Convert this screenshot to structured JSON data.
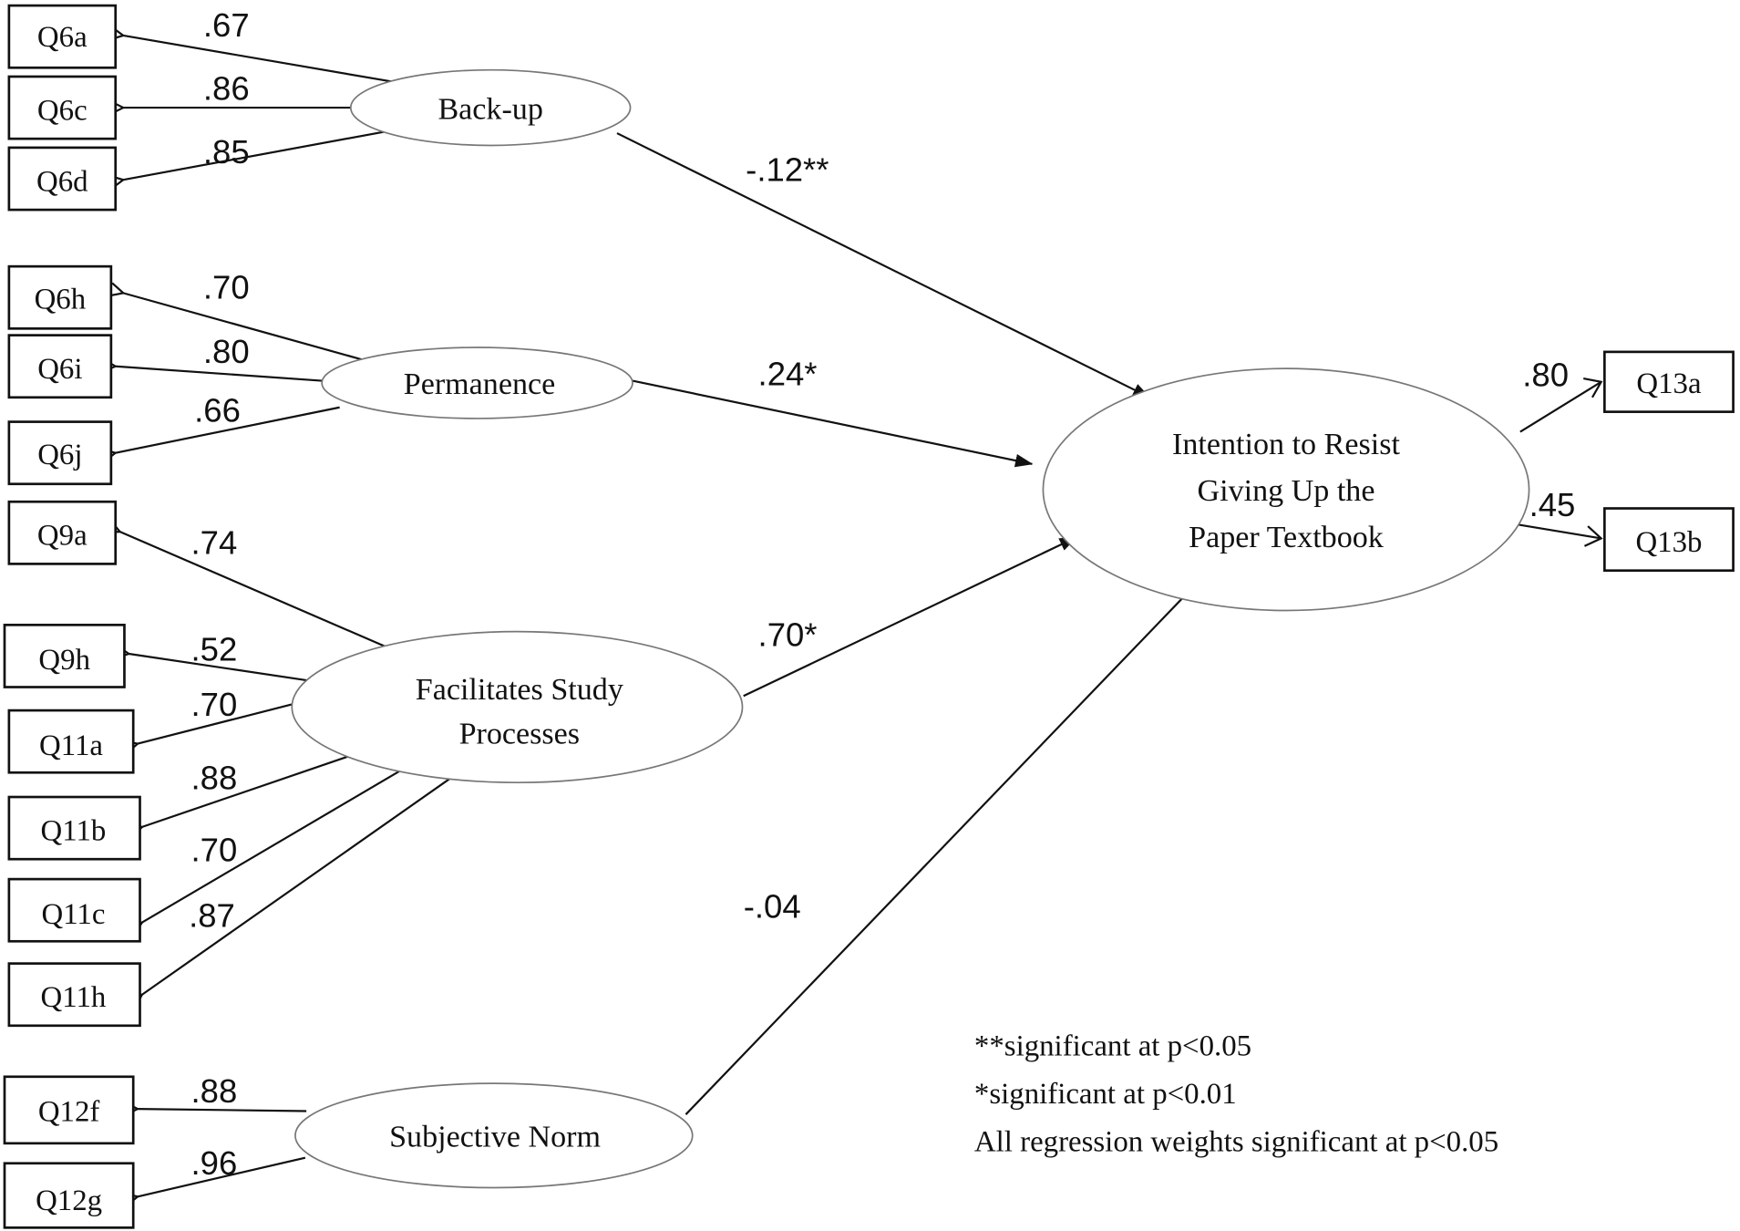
{
  "title": "Structural equation model: Intention to Resist Giving Up the Paper Textbook",
  "latents": {
    "backup": {
      "label": "Back-up"
    },
    "permanence": {
      "label": "Permanence"
    },
    "facilitates": {
      "label_line1": "Facilitates Study",
      "label_line2": "Processes"
    },
    "subjective": {
      "label": "Subjective Norm"
    },
    "intention": {
      "label_line1": "Intention to Resist",
      "label_line2": "Giving Up the",
      "label_line3": "Paper Textbook"
    }
  },
  "indicators": {
    "backup": [
      {
        "label": "Q6a",
        "loading": ".67"
      },
      {
        "label": "Q6c",
        "loading": ".86"
      },
      {
        "label": "Q6d",
        "loading": ".85"
      }
    ],
    "permanence": [
      {
        "label": "Q6h",
        "loading": ".70"
      },
      {
        "label": "Q6i",
        "loading": ".80"
      },
      {
        "label": "Q6j",
        "loading": ".66"
      }
    ],
    "facilitates": [
      {
        "label": "Q9a",
        "loading": ".74"
      },
      {
        "label": "Q9h",
        "loading": ".52"
      },
      {
        "label": "Q11a",
        "loading": ".70"
      },
      {
        "label": "Q11b",
        "loading": ".88"
      },
      {
        "label": "Q11c",
        "loading": ".70"
      },
      {
        "label": "Q11h",
        "loading": ".87"
      }
    ],
    "subjective": [
      {
        "label": "Q12f",
        "loading": ".88"
      },
      {
        "label": "Q12g",
        "loading": ".96"
      }
    ],
    "intention": [
      {
        "label": "Q13a",
        "loading": ".80"
      },
      {
        "label": "Q13b",
        "loading": ".45"
      }
    ]
  },
  "paths": {
    "backup_to_intention": "-.12**",
    "permanence_to_intention": ".24*",
    "facilitates_to_intention": ".70*",
    "subjective_to_intention": "-.04"
  },
  "notes": [
    "**significant at p<0.05",
    "*significant at p<0.01",
    "All regression weights significant at p<0.05"
  ]
}
